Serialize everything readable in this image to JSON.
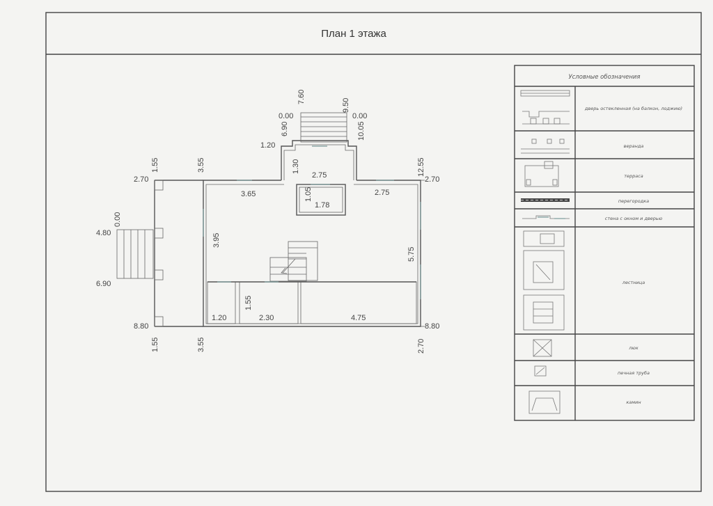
{
  "sheet": {
    "title": "План 1 этажа"
  },
  "plan": {
    "dims": {
      "left_top_x": "2.70",
      "left_top_y": "1.55",
      "left_inner_y": "3.55",
      "left_bottom_x": "8.80",
      "left_bottom_y": "1.55",
      "left_inner_bottom_y": "3.55",
      "steps_left_top": "0.00",
      "steps_left_x1": "4.80",
      "steps_left_x2": "6.90",
      "right_top_y": "12.55",
      "right_top_x": "2.70",
      "right_bottom_x": "8.80",
      "right_bottom_y": "2.70",
      "porch_top_left_x": "0.00",
      "porch_top_left_y": "7.60",
      "porch_top_right_y": "9.50",
      "porch_top_right_x": "0.00",
      "porch_side_left": "6.90",
      "porch_side_right": "10.05",
      "porch_offset": "1.20",
      "porch_depth": "1.30",
      "porch_width": "2.75",
      "room_top_left": "3.65",
      "room_top_right": "2.75",
      "room_left_height": "3.95",
      "room_right_height": "5.75",
      "hall_height": "1.05",
      "hall_width": "1.78",
      "bottom_room1": "1.20",
      "bottom_room2_h": "1.55",
      "bottom_room2_w": "2.30",
      "bottom_room3": "4.75"
    }
  },
  "legend": {
    "header": "Условные обозначения",
    "items": [
      {
        "label": "дверь остекленная (на балкон, лоджию)"
      },
      {
        "label": "веранда"
      },
      {
        "label": "терраса"
      },
      {
        "label": "перегородка"
      },
      {
        "label": "стена с окном и дверью"
      },
      {
        "label": "лестница"
      },
      {
        "label": "люк"
      },
      {
        "label": "печная труба"
      },
      {
        "label": "камин"
      }
    ]
  }
}
